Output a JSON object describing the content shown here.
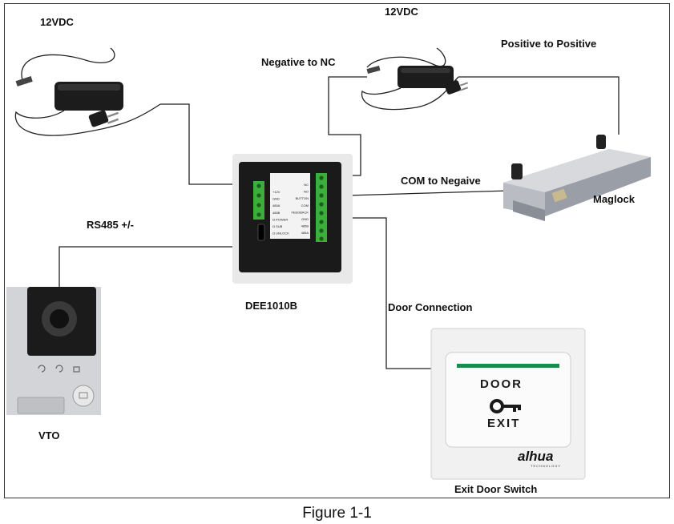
{
  "labels": {
    "psu_left": "12VDC",
    "psu_right": "12VDC",
    "neg_nc": "Negative to NC",
    "pos_pos": "Positive to Positive",
    "com_neg": "COM to Negaive",
    "maglock": "Maglock",
    "rs485": "RS485  +/-",
    "dee": "DEE1010B",
    "door_conn": "Door Connection",
    "vto": "VTO",
    "exit_switch": "Exit Door Switch"
  },
  "module_pins": {
    "left": [
      "+12V",
      "GND",
      "485A",
      "485B",
      "Ω POWER",
      "Ω SUB",
      "Ω UNLOCK"
    ],
    "right": [
      "NC",
      "NO",
      "BUTTON",
      "COM",
      "FEEDBACK",
      "GND",
      "485B",
      "485A"
    ]
  },
  "switch": {
    "top": "DOOR",
    "bottom": "EXIT",
    "brand": "alhua",
    "brand_sub": "TECHNOLOGY"
  },
  "caption": "Figure 1-1",
  "colors": {
    "terminal": "#3cae3a",
    "module": "#1a1a1a",
    "switch_bar": "#1c8b4a"
  }
}
